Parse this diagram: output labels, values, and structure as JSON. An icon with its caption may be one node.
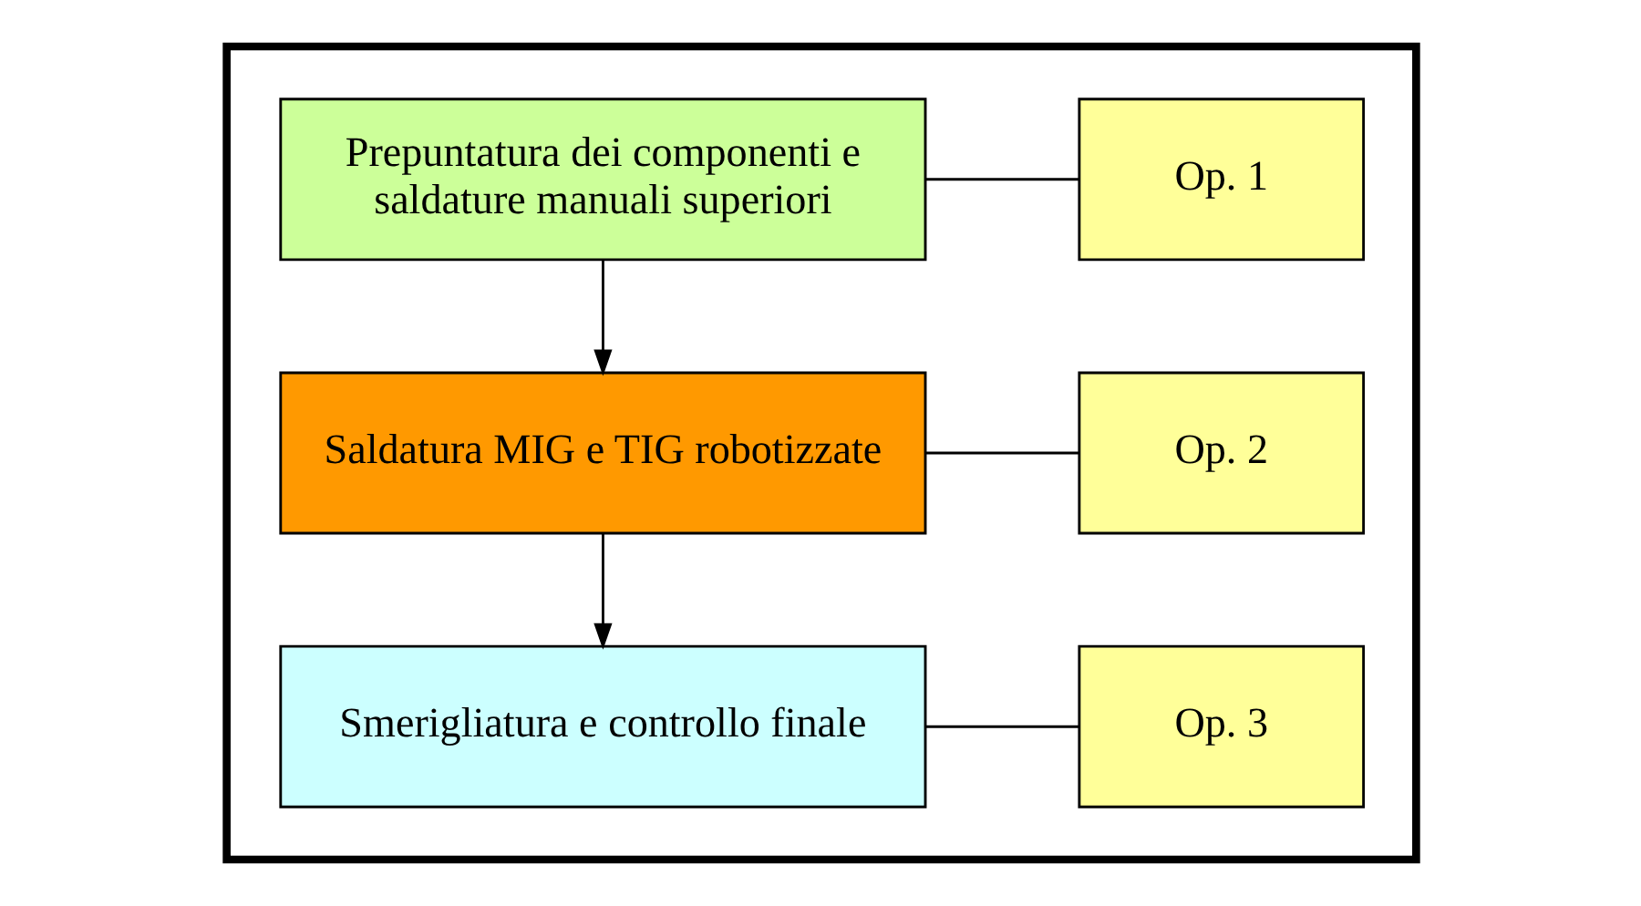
{
  "diagram": {
    "nodes": [
      {
        "text": [],
        "shape": "box"
      },
      {
        "text": [
          "Prepuntatura dei componenti e saldature manuali superiori"
        ],
        "in": 0
      },
      {
        "text": [
          "Op. 1"
        ],
        "in": 0
      },
      {
        "text": [
          "Saldatura MIG e TIG robotizzate"
        ],
        "in": 0
      },
      {
        "text": [
          "Op. 2"
        ],
        "in": 0
      },
      {
        "text": [
          "Smerigliatura e controllo finale"
        ],
        "in": 0
      },
      {
        "text": [
          "Op. 3"
        ],
        "in": 0
      }
    ],
    "edges": [
      {
        "from": 1,
        "to": 2,
        "arrow": "none"
      },
      {
        "from": 1,
        "to": 3,
        "arrow": "to"
      },
      {
        "from": 3,
        "to": 4,
        "arrow": "none"
      },
      {
        "from": 3,
        "to": 5,
        "arrow": "to"
      },
      {
        "from": 5,
        "to": 6,
        "arrow": "none"
      }
    ]
  }
}
